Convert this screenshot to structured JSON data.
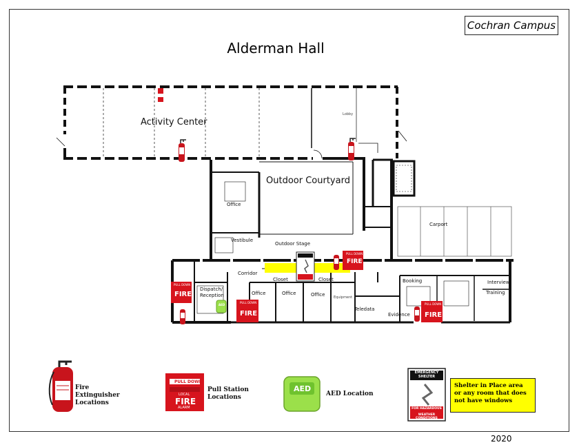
{
  "campus_label": "Cochran Campus",
  "building_title": "Alderman Hall",
  "year": "2020",
  "rooms": {
    "activity_center": "Activity Center",
    "lobby": "Lobby",
    "outdoor_courtyard": "Outdoor Courtyard",
    "office_upper": "Office",
    "vestibule": "Vestibule",
    "outdoor_stage": "Outdoor Stage",
    "carport": "Carport",
    "corridor": "Corridor",
    "dispatch": "Dispatch/ Reception",
    "closet_1": "Closet",
    "closet_2": "Closet",
    "office_1": "Office",
    "office_2": "Office",
    "office_3": "Office",
    "equipment": "Equipment",
    "teledata": "Teledata",
    "evidence": "Evidence",
    "booking": "Booking",
    "interview": "Interview",
    "training": "Training"
  },
  "sign_text": {
    "pull_down": "PULL DOWN",
    "local": "LOCAL",
    "fire": "FIRE",
    "alarm": "ALARM",
    "aed": "AED",
    "emergency_shelter": "EMERGENCY SHELTER",
    "for_hazardous": "FOR HAZARDOUS",
    "weather_conditions": "WEATHER CONDITIONS"
  },
  "legend": {
    "extinguisher": "Fire Extinguisher Locations",
    "pull_station": "Pull Station Locations",
    "aed": "AED Location",
    "shelter_note": "Shelter in Place area or any room that does not have windows"
  },
  "colors": {
    "wall": "#111111",
    "alarm_red": "#d7141d",
    "aed_green": "#9be04a",
    "shelter_yellow": "#ffff00"
  }
}
